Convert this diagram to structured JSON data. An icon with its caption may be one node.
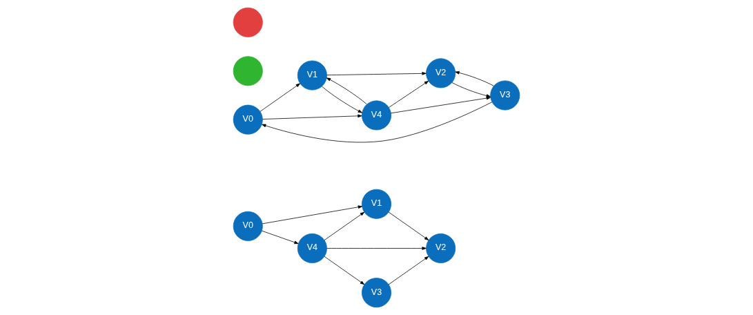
{
  "diagram": {
    "nodes": [
      {
        "text": [
          "V0"
        ]
      },
      {
        "text": [
          "V1"
        ]
      },
      {
        "text": [
          "V2"
        ]
      },
      {
        "text": [
          "V3"
        ]
      },
      {
        "text": [
          "V4"
        ]
      },
      {
        "text": [
          "V0"
        ]
      },
      {
        "text": [
          "V1"
        ]
      },
      {
        "text": [
          "V2"
        ]
      },
      {
        "text": [
          "V3"
        ]
      },
      {
        "text": [
          "V4"
        ]
      },
      {
        "text": [],
        "shape": "circle"
      },
      {
        "text": [],
        "shape": "circle"
      }
    ],
    "edges": [
      {
        "from": 0,
        "to": 1,
        "arrow": "to"
      },
      {
        "from": 0,
        "to": 4,
        "arrow": "to"
      },
      {
        "from": 1,
        "to": 2,
        "arrow": "to"
      },
      {
        "from": 4,
        "to": 1,
        "arrow": "to"
      },
      {
        "from": 4,
        "to": 2,
        "arrow": "to"
      },
      {
        "from": 4,
        "to": 3,
        "arrow": "to"
      },
      {
        "from": 3,
        "to": 2,
        "arrow": "to"
      },
      {
        "from": 5,
        "to": 6,
        "arrow": "to"
      },
      {
        "from": 5,
        "to": 9,
        "arrow": "to"
      },
      {
        "from": 6,
        "to": 7,
        "arrow": "to"
      },
      {
        "from": 6,
        "to": 9,
        "arrow": "to"
      },
      {
        "from": 9,
        "to": 6,
        "arrow": "to"
      },
      {
        "from": 9,
        "to": 7,
        "arrow": "to"
      },
      {
        "from": 7,
        "to": 8,
        "arrow": "to"
      },
      {
        "from": 8,
        "to": 7,
        "arrow": "to"
      },
      {
        "from": 9,
        "to": 8,
        "arrow": "to"
      },
      {
        "from": 8,
        "to": 5,
        "arrow": "to"
      }
    ]
  }
}
